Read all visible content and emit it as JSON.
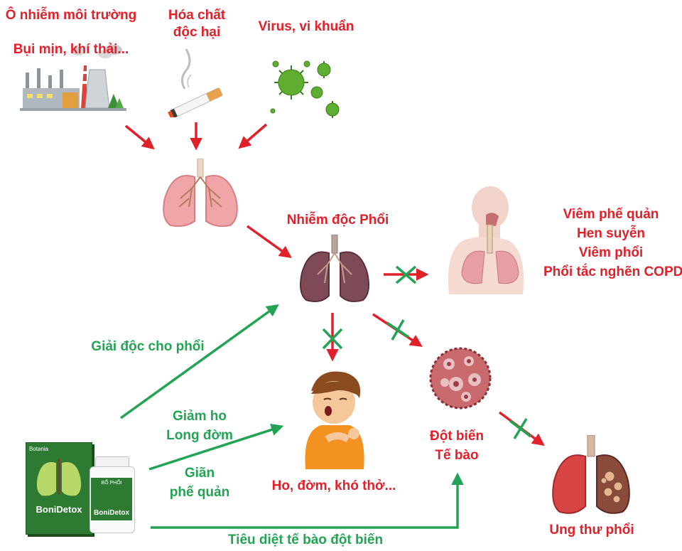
{
  "causes": {
    "pollution": [
      "Ô nhiễm môi trường",
      "Bụi mịn, khí thải..."
    ],
    "chemicals": [
      "Hóa chất",
      "độc hại"
    ],
    "virus": "Virus, vi khuẩn"
  },
  "toxic_lung": "Nhiễm độc Phổi",
  "diseases": [
    "Viêm phế quản",
    "Hen suyễn",
    "Viêm phổi",
    "Phổi tắc nghẽn COPD"
  ],
  "symptoms": "Ho, đờm, khó thở...",
  "mutation": [
    "Đột biến",
    "Tế bào"
  ],
  "cancer": "Ung thư phổi",
  "benefits": {
    "detox": "Giải độc cho phổi",
    "cough": [
      "Giảm ho",
      "Long đờm"
    ],
    "bronchi": [
      "Giãn",
      "phế quản"
    ],
    "kill_cells": "Tiêu diệt tế bào đột biến"
  },
  "product": {
    "brand": "BoniDetox",
    "box_top_text": "Botania",
    "badge_text": "BỔ PHỔI"
  },
  "colors": {
    "red": "#e2202a",
    "green": "#23a455",
    "lung_pink": "#f0a5a8",
    "lung_dark": "#7e4a57",
    "virus_green": "#5fae2f"
  }
}
